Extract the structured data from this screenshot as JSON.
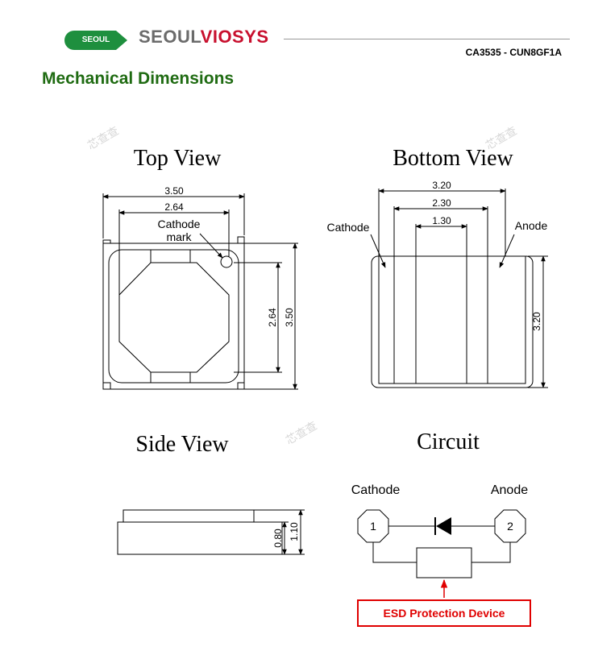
{
  "header": {
    "logo_pill_text": "SEOUL",
    "brand_prefix": "SEOUL",
    "brand_suffix": "VIOSYS",
    "part_number": "CA3535 - CUN8GF1A",
    "brand_colors": {
      "green": "#1e8f3e",
      "red": "#c8102e"
    }
  },
  "section_title": "Mechanical Dimensions",
  "watermark_text": "芯查查",
  "top_view": {
    "title": "Top View",
    "dims": [
      "3.50",
      "2.64",
      "2.64",
      "3.50"
    ],
    "cathode_label_line1": "Cathode",
    "cathode_label_line2": "mark"
  },
  "bottom_view": {
    "title": "Bottom View",
    "dims": [
      "3.20",
      "2.30",
      "1.30",
      "3.20"
    ],
    "left_label": "Cathode",
    "right_label": "Anode"
  },
  "side_view": {
    "title": "Side View",
    "dims": [
      "0.80",
      "1.10"
    ]
  },
  "circuit": {
    "title": "Circuit",
    "left_label": "Cathode",
    "right_label": "Anode",
    "node1": "1",
    "node2": "2",
    "esd_label": "ESD Protection Device",
    "esd_color": "#e00000"
  }
}
